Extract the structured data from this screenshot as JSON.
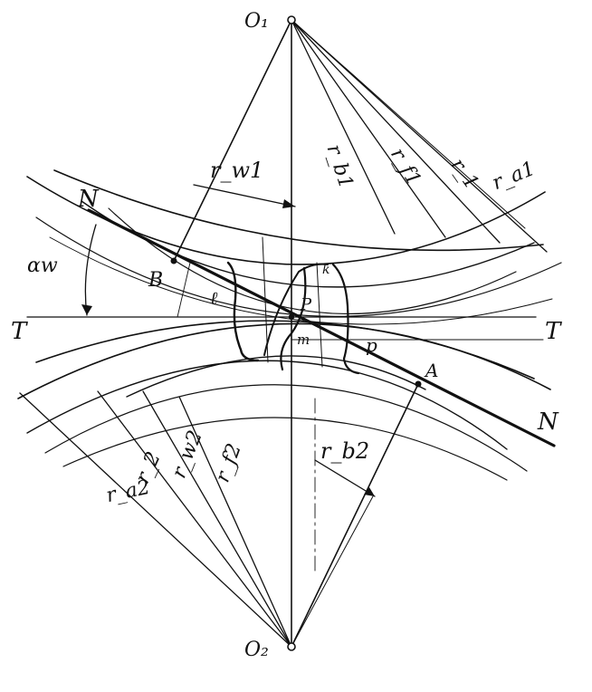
{
  "diagram": {
    "labels": {
      "o1": "O₁",
      "o2": "O₂",
      "t_left": "T",
      "t_right": "T",
      "n_top": "N",
      "n_bottom": "N",
      "alpha_w": "αw",
      "point_b": "B",
      "point_a": "A",
      "point_p": "P",
      "point_k": "k",
      "point_m": "m",
      "length_l": "ℓ",
      "arc_p": "p",
      "rb1": "r_b1",
      "r_f1": "r_f1",
      "rw1": "r_w1",
      "r1": "r_1",
      "ra1": "r_a1",
      "rb2": "r_b2",
      "r2": "r_2",
      "rw2": "r_w2",
      "rf2": "r_f2",
      "ra2": "r_a2"
    },
    "colors": {
      "ink": "#111111",
      "paper": "#ffffff"
    }
  }
}
